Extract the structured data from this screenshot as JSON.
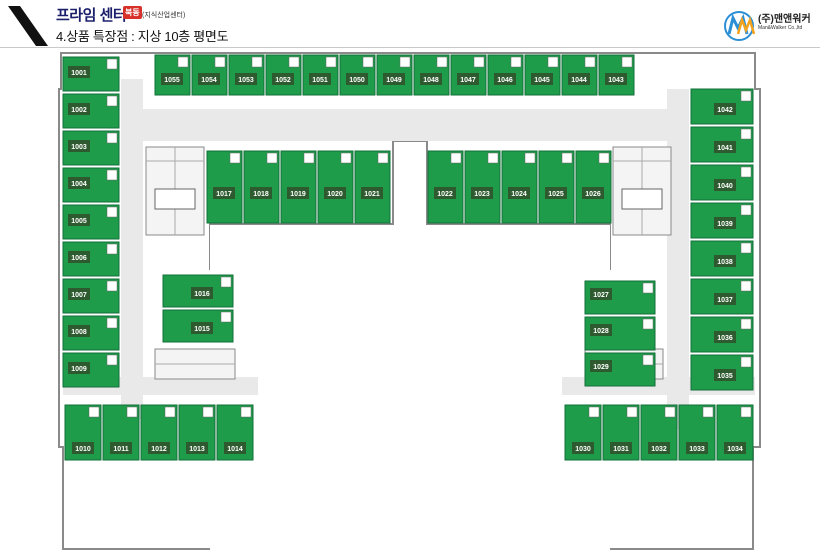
{
  "header": {
    "brand": "프라임 센터",
    "badge": "북동",
    "brand_sub": "(지식산업센터)",
    "subtitle": "4.상품 특장점 : 지상 10층 평면도"
  },
  "logo": {
    "company": "(주)맨앤워커",
    "english": "Man&Walker Co.,ltd",
    "colors": {
      "blue": "#2b8fd6",
      "orange": "#f2a31b"
    }
  },
  "floorplan": {
    "colors": {
      "unit": "#1f9c4a",
      "unit_dark": "#12703a",
      "label_bg": "#2e5a2f",
      "label_text": "#ffffff",
      "wall": "#8a8a8a",
      "core": "#f4f4f4"
    },
    "units": {
      "north_wing": [
        "1055",
        "1054",
        "1053",
        "1052",
        "1051",
        "1050",
        "1049",
        "1048",
        "1047",
        "1046",
        "1045",
        "1044",
        "1043"
      ],
      "west_wing": [
        "1001",
        "1002",
        "1003",
        "1004",
        "1005",
        "1006",
        "1007",
        "1008",
        "1009"
      ],
      "east_wing": [
        "1042",
        "1041",
        "1040",
        "1039",
        "1038",
        "1037",
        "1036",
        "1035"
      ],
      "inner_left": [
        "1017",
        "1018",
        "1019",
        "1020",
        "1021"
      ],
      "inner_right": [
        "1022",
        "1023",
        "1024",
        "1025",
        "1026"
      ],
      "west_inner": [
        "1016",
        "1015"
      ],
      "east_inner": [
        "1027",
        "1028",
        "1029"
      ],
      "south_left": [
        "1010",
        "1011",
        "1012",
        "1013",
        "1014"
      ],
      "south_right": [
        "1030",
        "1031",
        "1032",
        "1033",
        "1034"
      ]
    }
  }
}
